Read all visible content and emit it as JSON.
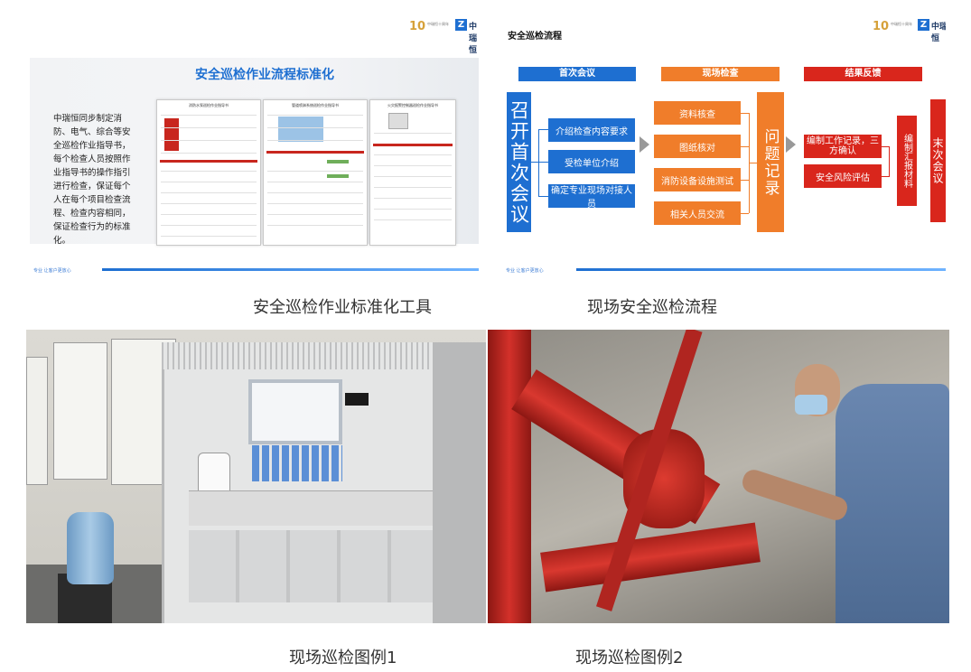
{
  "captions": {
    "c1": "安全巡检作业标准化工具",
    "c2": "现场安全巡检流程",
    "c3": "现场巡检图例1",
    "c4": "现场巡检图例2"
  },
  "brand": {
    "mark": "Z",
    "name": "中瑞恒",
    "small": "专业 | 安全 | 消防 服务"
  },
  "slide1": {
    "title": "安全巡检作业流程标准化",
    "body": "中瑞恒同步制定消防、电气、综合等安全巡检作业指导书，每个检查人员按照作业指导书的操作指引进行检查，保证每个人在每个项目检查流程、检查内容相同，保证检查行为的标准化。",
    "footer": "专业  让客户更放心"
  },
  "slide2": {
    "title": "安全巡检流程",
    "headers": [
      "首次会议",
      "现场检查",
      "结果反馈"
    ],
    "big_left": "召开首次会议",
    "left_items": [
      "介绍检查内容要求",
      "受检单位介绍",
      "确定专业现场对接人员"
    ],
    "mid_items": [
      "资料核查",
      "图纸核对",
      "消防设备设施测试",
      "相关人员交流"
    ],
    "problem": "问题记录",
    "right_items": [
      "编制工作记录，三方确认",
      "安全风险评估"
    ],
    "report": "编制汇报材料",
    "final": "末次会议",
    "footer": "专业  让客户更放心"
  },
  "colors": {
    "blue": "#1e6fd1",
    "orange": "#f07d2a",
    "red": "#d9261c",
    "gold": "#d6a13a"
  }
}
